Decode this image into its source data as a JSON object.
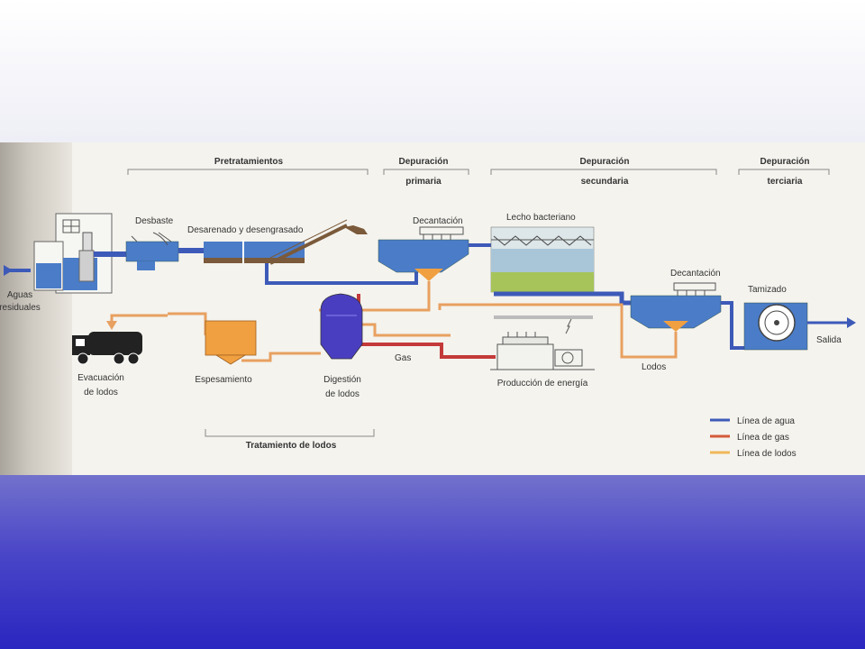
{
  "stages": {
    "pretratamientos": "Pretratamientos",
    "depuracion_primaria_1": "Depuración",
    "depuracion_primaria_2": "primaria",
    "depuracion_secundaria_1": "Depuración",
    "depuracion_secundaria_2": "secundaria",
    "depuracion_terciaria_1": "Depuración",
    "depuracion_terciaria_2": "terciaria",
    "tratamiento_lodos": "Tratamiento de lodos"
  },
  "labels": {
    "aguas_1": "Aguas",
    "aguas_2": "residuales",
    "desbaste": "Desbaste",
    "desarenado": "Desarenado y desengrasado",
    "decantacion_primaria": "Decantación",
    "lecho": "Lecho bacteriano",
    "decantacion_secundaria": "Decantación",
    "tamizado": "Tamizado",
    "salida": "Salida",
    "lodos": "Lodos",
    "gas": "Gas",
    "produccion": "Producción de energía",
    "evacuacion_1": "Evacuación",
    "evacuacion_2": "de lodos",
    "espesamiento": "Espesamiento",
    "digestion_1": "Digestión",
    "digestion_2": "de lodos"
  },
  "legend": [
    {
      "label": "Línea de agua",
      "color": "#3d5ab8"
    },
    {
      "label": "Línea de gas",
      "color": "#d45a3a"
    },
    {
      "label": "Línea de lodos",
      "color": "#f0b85a"
    }
  ],
  "colors": {
    "water": "#3d5ab8",
    "gas": "#c43a3a",
    "sludge": "#e8a060",
    "tank_water": "#4a7cc8",
    "tank_sludge": "#f0a040"
  }
}
